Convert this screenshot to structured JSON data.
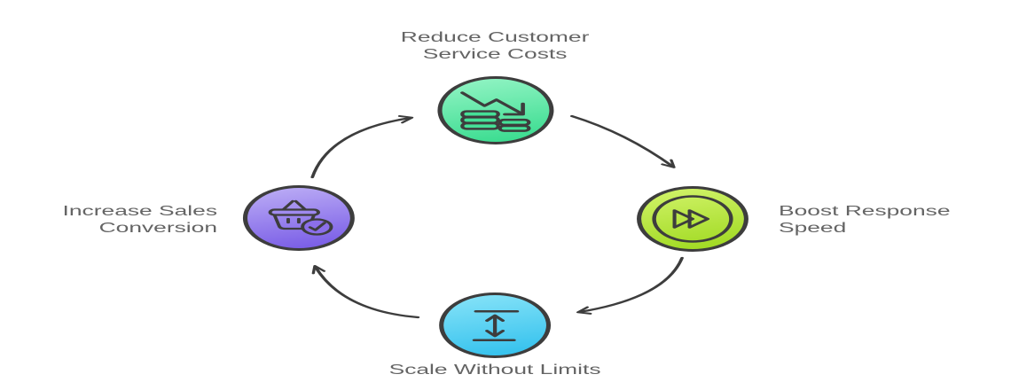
{
  "diagram": {
    "type": "cycle",
    "direction": "clockwise",
    "background_color": "#ffffff",
    "outline_color": "#3d3d3d",
    "text_color": "#646464",
    "nodes": [
      {
        "id": "reduce-costs",
        "position": "top",
        "label": "Reduce Customer Service Costs",
        "label_lines": [
          "Reduce Customer",
          "Service Costs"
        ],
        "icon": "declining-cost-coins-icon",
        "color_start": "#8BF2C0",
        "color_end": "#3EDD92"
      },
      {
        "id": "boost-speed",
        "position": "right",
        "label": "Boost Response Speed",
        "label_lines": [
          "Boost Response",
          "Speed"
        ],
        "icon": "fast-forward-icon",
        "color_start": "#CDF163",
        "color_end": "#A3DB26"
      },
      {
        "id": "scale-limits",
        "position": "bottom",
        "label": "Scale Without Limits",
        "label_lines": [
          "Scale Without Limits"
        ],
        "icon": "vertical-scale-arrow-icon",
        "color_start": "#7FE0F7",
        "color_end": "#38C3EE"
      },
      {
        "id": "sales-conversion",
        "position": "left",
        "label": "Increase Sales Conversion",
        "label_lines": [
          "Increase Sales",
          "Conversion"
        ],
        "icon": "shopping-basket-check-icon",
        "color_start": "#B6A6F4",
        "color_end": "#7C60E7"
      }
    ],
    "connections": [
      {
        "from": "sales-conversion",
        "to": "reduce-costs"
      },
      {
        "from": "reduce-costs",
        "to": "boost-speed"
      },
      {
        "from": "boost-speed",
        "to": "scale-limits"
      },
      {
        "from": "scale-limits",
        "to": "sales-conversion"
      }
    ]
  }
}
